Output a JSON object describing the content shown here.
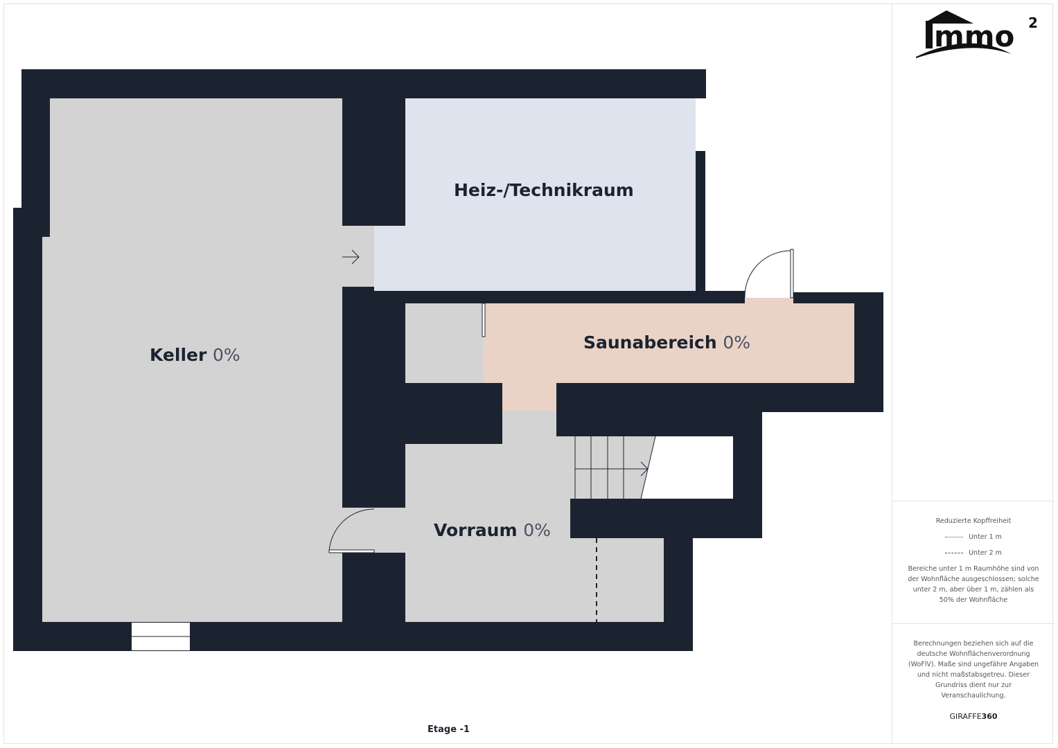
{
  "brand": {
    "logo_text": "immo²"
  },
  "floor": {
    "label": "Etage -1"
  },
  "rooms": [
    {
      "name": "Keller",
      "percent": "0%"
    },
    {
      "name": "Heiz-/Technikraum"
    },
    {
      "name": "Saunabereich",
      "percent": "0%"
    },
    {
      "name": "Vorraum",
      "percent": "0%"
    }
  ],
  "legend": {
    "title": "Reduzierte Kopffreiheit",
    "under1": "Unter 1 m",
    "under2": "Unter 2 m",
    "explanation": "Bereiche unter 1 m Raumhöhe sind von der Wohnfläche ausgeschlossen; solche unter 2 m, aber über 1 m, zählen als 50% der Wohnfläche"
  },
  "disclaimer": "Berechnungen beziehen sich auf die deutsche Wohnflächenverordnung (WoFlV). Maße sind ungefähre Angaben und nicht maßstabsgetreu. Dieser Grundriss dient nur zur Veranschaulichung.",
  "credit": {
    "prefix": "GIRAFFE",
    "suffix": "360"
  },
  "colors": {
    "wall": "#1c2330",
    "keller": "#d3d3d3",
    "heiz": "#dfe3ee",
    "sauna": "#ead3c6"
  }
}
